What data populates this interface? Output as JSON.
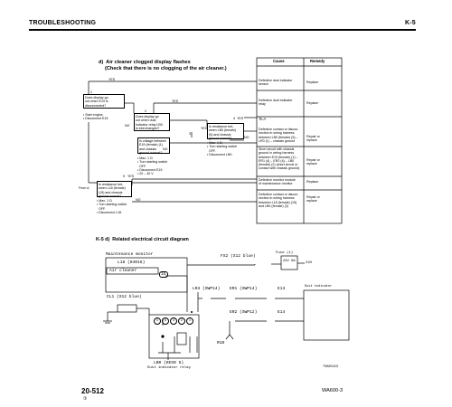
{
  "header": {
    "left": "TROUBLESHOOTING",
    "right": "K-5"
  },
  "section": {
    "title_line1": "d)  Air cleaner clogged display flashes",
    "title_line2": "(Check that there is no clogging of the air cleaner.)",
    "col_cause": "Cause",
    "col_remedy": "Remedy"
  },
  "flow": {
    "q1": "Does display go\nout when E19 is\ndisconnected?",
    "q1_cond": "• Start engine.\n• Disconnect E19.",
    "q2": "Does display go\nout when dust\nindicator relay LB0\nis interchanged?",
    "q3": "Is voltage between\nE19 (female) (1)\nand chassis\nground normal?",
    "q3_cond": "• Max. 1 Ω\n• Turn starting switch\n  OFF.\n• Disconnect E19.\n• 20 – 30 V",
    "q4": "Is resistance bet-\nween LB0 (female)\n(5) and chassis\nground normal?",
    "q4_cond": "• Max. 1 Ω\n• Turn starting switch\n  OFF.\n• Disconnect LB0.",
    "q5": "Is resistance bet-\nween L18 (female)\n(15) and chassis\nground normal?",
    "q5_cond": "• Max. 1 Ω\n• Turn starting switch\n  OFF.\n• Disconnect L18.",
    "from": "From A",
    "yes": "YES",
    "no": "NO",
    "n1": "1",
    "n2": "2",
    "n3": "3",
    "n4": "4",
    "n5": "5",
    "to_a": "To A"
  },
  "causes": [
    {
      "cause": "Defective dust indicator\nsensor",
      "remedy": "Replace"
    },
    {
      "cause": "Defective dust indicator\nrelay",
      "remedy": "Replace"
    },
    {
      "cause": "Defective contact or discon-\nnection in wiring harness\nbetween LB0 (female) (5) –\nLR0 (1) – chassis ground",
      "remedy": "Repair or\nreplace"
    },
    {
      "cause": "Short circuit with chassis\nground in wiring harness\nbetween E19 (female) (1) –\nER1 (4) – ER2 (4) – LB0\n(female) (2) (short circuit or\ncontact with chassis ground)",
      "remedy": "Repair or\nreplace"
    },
    {
      "cause": "Defective monitor module\nof maintenance monitor",
      "remedy": "Replace"
    },
    {
      "cause": "Defective contact or discon-\nnection in wiring harness\nbetween L18 (female) (15)\nand LB0 (female) (3)",
      "remedy": "Repair or\nreplace"
    }
  ],
  "diagram": {
    "title": "K-5 d)  Related electrical circuit diagram",
    "maint_monitor": "Maintenance monitor",
    "l18": "L18 (04016)",
    "air_cleaner": "Air cleaner",
    "pin15": "15",
    "fs2": "FS2 (S12 blue)",
    "fuse": "Fuse (1)",
    "fuse_val": "24V 6A",
    "v24": "24V",
    "lr4": "LR4 (SWP14)",
    "er1": "ER1 (SWP14)",
    "e13": "E13",
    "dust_ind": "Dust indicator",
    "cl1": "CL1 (S12 blue)",
    "er2": "ER2 (SWP12)",
    "e14": "E14",
    "r10": "R10",
    "lb0": "LB0 (KES0 5)",
    "lb0_sub": "Dust indicator relay",
    "lb0_pins": [
      "5",
      "6",
      "3",
      "2",
      "1"
    ],
    "fig_code": "TWM01102"
  },
  "footer": {
    "page": "20-512",
    "sub": "①",
    "model": "WA600-3"
  }
}
